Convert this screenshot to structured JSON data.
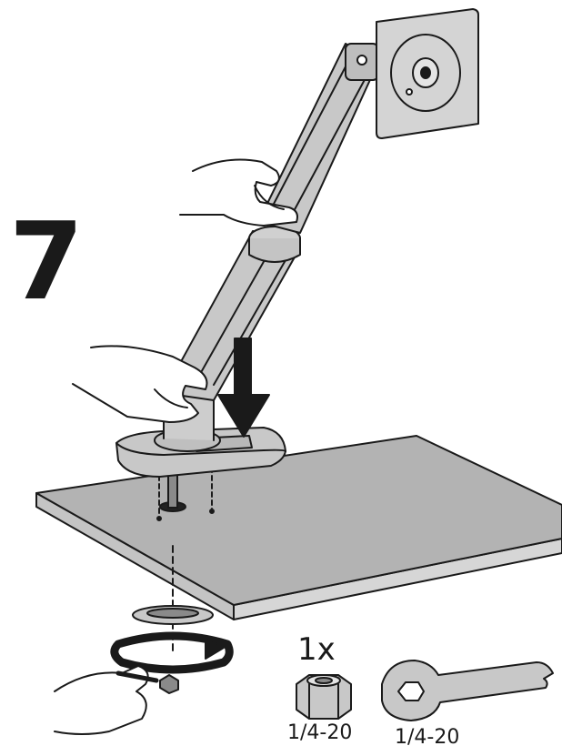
{
  "step": {
    "number": "7"
  },
  "hardware": {
    "quantity": "1x",
    "nut_size": "1/4-20",
    "wrench_size": "1/4-20"
  },
  "colors": {
    "line": "#1a1a1a",
    "part_fill": "#c8c8c8",
    "desk_fill": "#b3b3b3",
    "desk_edge": "#d6d6d6",
    "plate_fill": "#d4d4d4",
    "paper": "#ffffff"
  },
  "icons": [
    "down-arrow-icon",
    "rotate-arrow-icon",
    "hex-nut-icon",
    "wrench-icon",
    "hand-icon"
  ]
}
